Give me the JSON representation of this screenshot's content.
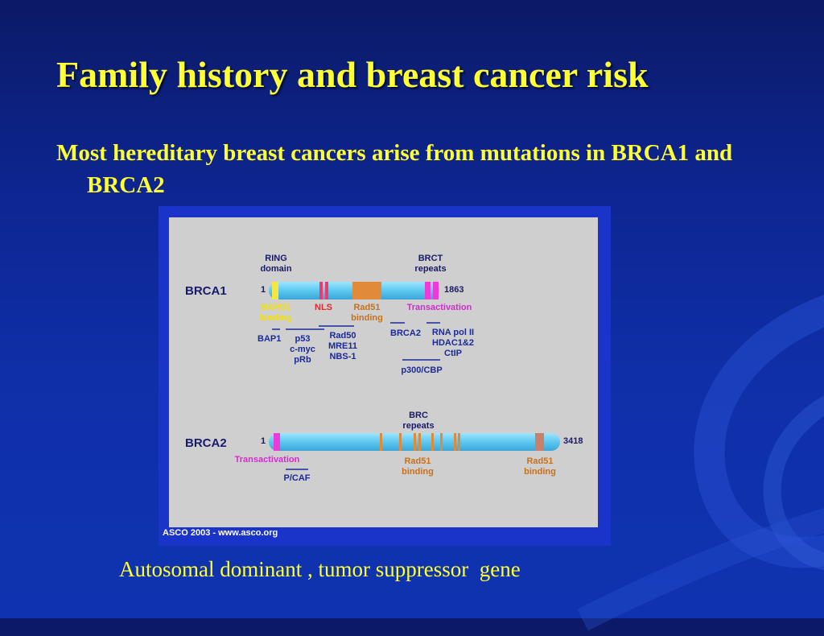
{
  "slide": {
    "title": "Family history and breast cancer risk",
    "bullet": "Most hereditary breast cancers arise from mutations in BRCA1 and BRCA2",
    "caption": "Autosomal dominant , tumor suppressor  gene"
  },
  "figure": {
    "credit": "ASCO 2003 - www.asco.org",
    "brca1": {
      "name": "BRCA1",
      "start": "1",
      "end": "1863",
      "ring_label": [
        "RING",
        "domain"
      ],
      "brct_label": [
        "BRCT",
        "repeats"
      ],
      "bard1_label": [
        "BARD1",
        "binding"
      ],
      "nls_label": "NLS",
      "rad51_label": [
        "Rad51",
        "binding"
      ],
      "transactivation_label": "Transactivation",
      "partners": {
        "bap1": "BAP1",
        "p53_group": [
          "p53",
          "c-myc",
          "pRb"
        ],
        "rad50_group": [
          "Rad50",
          "MRE11",
          "NBS-1"
        ],
        "brca2": "BRCA2",
        "rnapol_group": [
          "RNA pol II",
          "HDAC1&2",
          "CtIP"
        ],
        "p300": "p300/CBP"
      }
    },
    "brca2": {
      "name": "BRCA2",
      "start": "1",
      "end": "3418",
      "brc_label": [
        "BRC",
        "repeats"
      ],
      "transactivation_label": "Transactivation",
      "pcaf_label": "P/CAF",
      "rad51_mid_label": [
        "Rad51",
        "binding"
      ],
      "rad51_end_label": [
        "Rad51",
        "binding"
      ]
    },
    "colors": {
      "protein_bar": "#5cc8f0",
      "ring": "#f5e642",
      "nls": "#f03a6a",
      "rad51": "#e08a3a",
      "brct": "#ee3ad8",
      "text_yellow": "#f5e000",
      "text_red": "#e8242e",
      "text_orange": "#c8701a",
      "text_magenta": "#d42ad0",
      "text_blue": "#1a2a9a"
    }
  }
}
